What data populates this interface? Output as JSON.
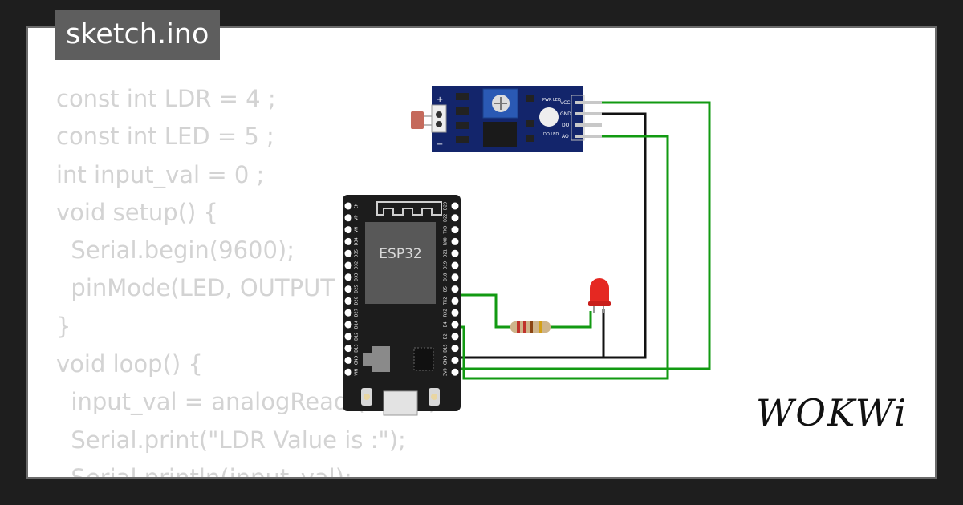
{
  "file_tab": {
    "label": "sketch.ino"
  },
  "code": {
    "lines": [
      "const int LDR = 4 ;",
      "const int LED = 5 ;",
      "int input_val = 0 ;",
      "void setup() {",
      "  Serial.begin(9600);",
      "  pinMode(LED, OUTPUT",
      "}",
      "void loop() {",
      "  input_val = analogRead (LDR) ;",
      "  Serial.print(\"LDR Value is :\");",
      "  Serial.println(input_val);"
    ]
  },
  "ldr_module": {
    "pin_labels": [
      "VCC",
      "GND",
      "DO",
      "AO"
    ],
    "led_labels": [
      "PWR LED",
      "DO LED"
    ],
    "polarity": [
      "+",
      "−"
    ]
  },
  "esp32": {
    "chip_label": "ESP32",
    "left_pins": [
      "EN",
      "VP",
      "VN",
      "D34",
      "D35",
      "D32",
      "D33",
      "D25",
      "D26",
      "D27",
      "D14",
      "D12",
      "D13",
      "GND",
      "VIN"
    ],
    "right_pins": [
      "D23",
      "D22",
      "TX0",
      "RX0",
      "D21",
      "D19",
      "D18",
      "D5",
      "TX2",
      "RX2",
      "D4",
      "D2",
      "D15",
      "GND",
      "3V3"
    ]
  },
  "logo": {
    "text": "WOKWi"
  },
  "colors": {
    "wire_green": "#129a12",
    "wire_black": "#111111",
    "module_pcb": "#13256b",
    "esp32_board": "#1c1c1c",
    "led_red": "#e52822"
  }
}
